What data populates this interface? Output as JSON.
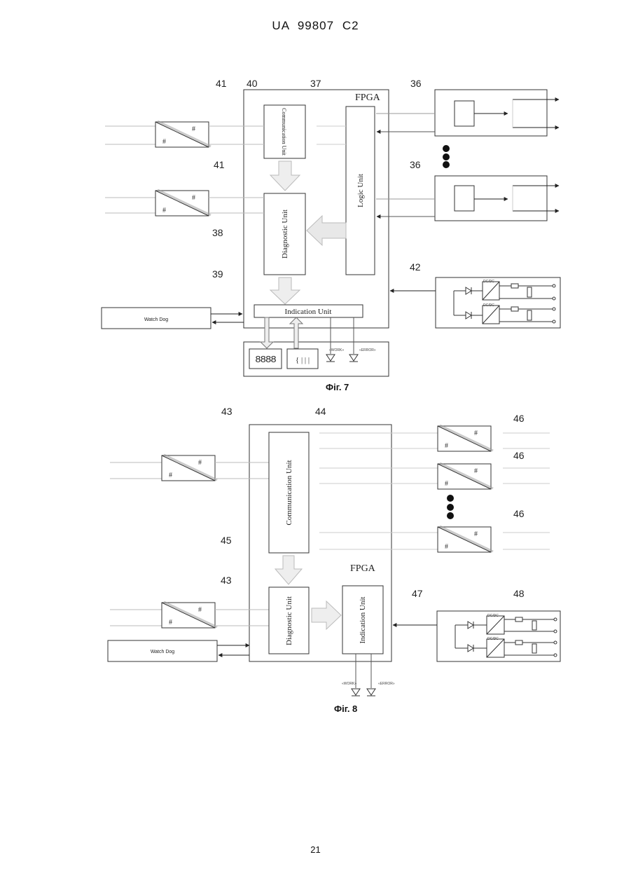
{
  "header": "UA   99807   C2",
  "page_number": "21",
  "fig7": {
    "caption": "Фіг. 7",
    "fpga_label": "FPGA",
    "refs": {
      "r41a": "41",
      "r40": "40",
      "r37": "37",
      "r36a": "36",
      "r41b": "41",
      "r36b": "36",
      "r38": "38",
      "r39": "39",
      "r42": "42"
    },
    "units": {
      "communication": "Communication Unit",
      "diagnostic": "Diagnostic Unit",
      "logic": "Logic Unit",
      "indication": "Indication Unit",
      "watchdog": "Watch Dog"
    },
    "display": "8888",
    "dcdc": "DC/DC",
    "led_labels": [
      "«WORK»",
      "«ERROR»"
    ]
  },
  "fig8": {
    "caption": "Фіг. 8",
    "fpga_label": "FPGA",
    "refs": {
      "r43a": "43",
      "r44": "44",
      "r46a": "46",
      "r46b": "46",
      "r46c": "46",
      "r45": "45",
      "r43b": "43",
      "r47": "47",
      "r48": "48"
    },
    "units": {
      "communication": "Communication Unit",
      "diagnostic": "Diagnostic Unit",
      "indication": "Indication Unit",
      "watchdog": "Watch Dog"
    },
    "dcdc": "DC/DC",
    "led_labels": [
      "«WORK»",
      "«ERROR»"
    ]
  }
}
